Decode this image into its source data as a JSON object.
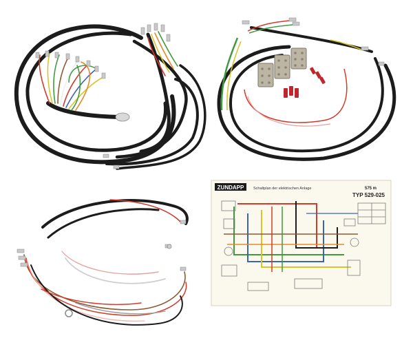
{
  "diagram": {
    "brand": "ZUNDAPP",
    "title": "Schaltplan der elektrischen Anlage",
    "model_code": "575 m",
    "type_label": "TYP 529-025"
  },
  "colors": {
    "cable_sheath": "#1c1c1c",
    "wire_red": "#d23a2a",
    "wire_green": "#3f9a3f",
    "wire_yellow": "#d8c52a",
    "wire_blue": "#3a63b8",
    "wire_brown": "#8a5a34",
    "wire_white": "#eeeeee",
    "connector_red": "#c0272d",
    "paper": "#fbf8ee"
  }
}
